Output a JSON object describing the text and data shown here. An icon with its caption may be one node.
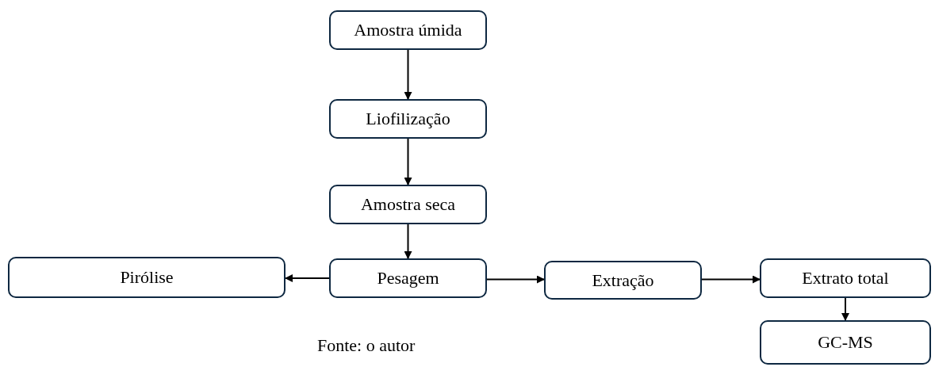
{
  "diagram": {
    "caption": "Fonte: o autor",
    "nodes": [
      {
        "text": [
          "Amostra úmida"
        ]
      },
      {
        "text": [
          "Liofilização"
        ]
      },
      {
        "text": [
          "Amostra seca"
        ]
      },
      {
        "text": [
          "Pesagem"
        ]
      },
      {
        "text": [
          "Pirólise"
        ]
      },
      {
        "text": [
          "Extração"
        ]
      },
      {
        "text": [
          "Extrato total"
        ]
      },
      {
        "text": [
          "GC-MS"
        ]
      }
    ],
    "edges": [
      {
        "from": 0,
        "to": 1,
        "arrow": "to"
      },
      {
        "from": 1,
        "to": 2,
        "arrow": "to"
      },
      {
        "from": 2,
        "to": 3,
        "arrow": "to"
      },
      {
        "from": 3,
        "to": 4,
        "arrow": "to"
      },
      {
        "from": 3,
        "to": 5,
        "arrow": "to"
      },
      {
        "from": 5,
        "to": 6,
        "arrow": "to"
      },
      {
        "from": 6,
        "to": 7,
        "arrow": "to"
      }
    ]
  }
}
